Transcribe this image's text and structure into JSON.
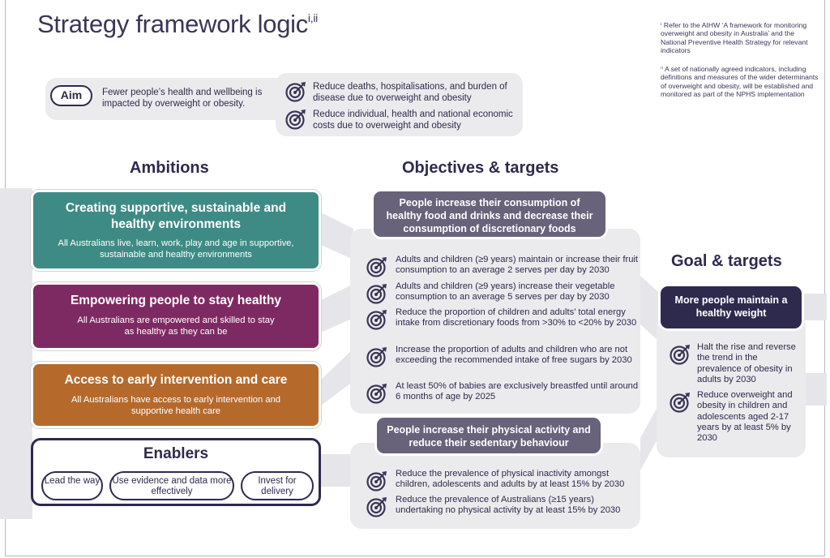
{
  "title": "Strategy framework logic",
  "title_sup": "i,ii",
  "footnotes": {
    "i": "ⁱ Refer to the AIHW ‘A framework for monitoring overweight and obesity in Australia’ and the National Preventive Health Strategy for relevant indicators",
    "ii": "ⁱⁱ A set of nationally agreed indicators, including definitions and measures of the wider determinants of overweight and obesity, will be established and monitored as part of the NPHS implementation"
  },
  "aim": {
    "label": "Aim",
    "text": "Fewer people’s health and wellbeing is impacted by overweight or obesity.",
    "items": [
      "Reduce deaths, hospitalisations, and burden of disease due to overweight and obesity",
      "Reduce individual, health and national economic costs due to overweight and obesity"
    ]
  },
  "ambitions": {
    "heading": "Ambitions",
    "items": [
      {
        "title": "Creating supportive, sustainable and healthy environments",
        "text": "All Australians live, learn, work, play and age in supportive, sustainable and healthy environments",
        "color": "#3e8b85"
      },
      {
        "title": "Empowering people to stay healthy",
        "text": "All Australians are empowered and skilled to stay as healthy as they can be",
        "color": "#7e2a62"
      },
      {
        "title": "Access to early intervention and care",
        "text": "All Australians have access to early intervention and supportive health care",
        "color": "#b56a2c"
      }
    ]
  },
  "enablers": {
    "title": "Enablers",
    "items": [
      "Lead the way",
      "Use evidence and data more effectively",
      "Invest for delivery"
    ]
  },
  "objectives": {
    "heading": "Objectives & targets",
    "groups": [
      {
        "title": "People increase their consumption of healthy food and drinks and decrease their consumption of discretionary foods",
        "targets": [
          "Adults and children (≥9 years) maintain or increase their fruit consumption to an average 2 serves per day by 2030",
          "Adults and children (≥9 years) increase their vegetable consumption to an average 5 serves per day by 2030",
          "Reduce the proportion of children and adults’ total energy intake from discretionary foods from >30% to <20% by 2030",
          "Increase the proportion of adults and children who are not exceeding the recommended intake of free sugars by 2030",
          "At least 50% of babies are exclusively breastfed until around 6 months of age by 2025"
        ]
      },
      {
        "title": "People increase their physical activity and reduce their sedentary behaviour",
        "targets": [
          "Reduce the prevalence of physical inactivity amongst children, adolescents and adults by at least 15% by 2030",
          "Reduce the prevalence of Australians (≥15 years) undertaking no physical activity by at least 15% by 2030"
        ]
      }
    ]
  },
  "goal": {
    "heading": "Goal & targets",
    "title": "More people maintain a healthy weight",
    "targets": [
      "Halt the rise and reverse the trend in the prevalence of obesity in adults by 2030",
      "Reduce overweight and obesity in children and adolescents aged 2-17 years by at least 5% by 2030"
    ]
  },
  "icon": "target-arrow-icon",
  "colors": {
    "navy": "#2e2a4d",
    "teal": "#3e8b85",
    "plum": "#7e2a62",
    "orange": "#b56a2c",
    "slate": "#68627b",
    "panel": "#ebebee"
  }
}
